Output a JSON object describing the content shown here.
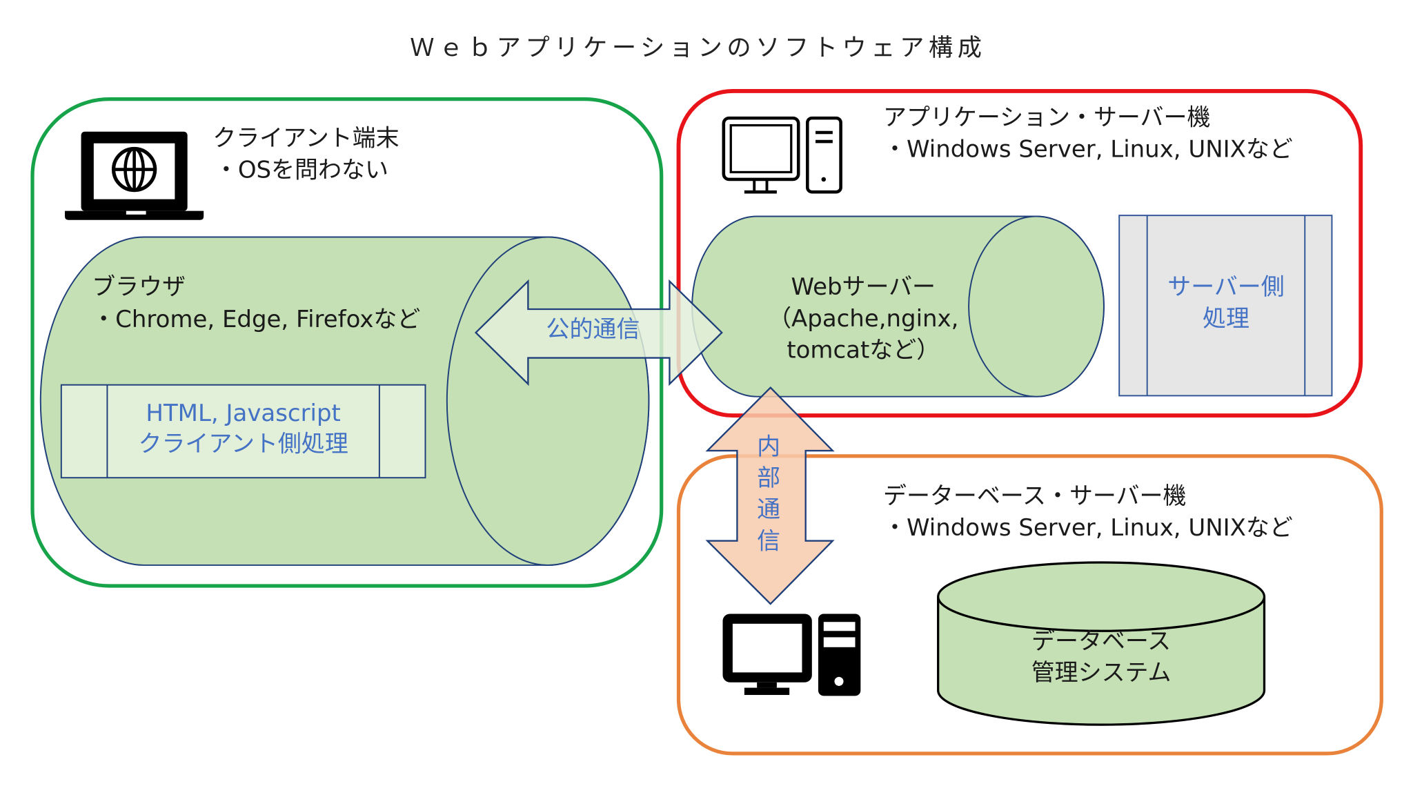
{
  "title": "Ｗｅｂアプリケーションのソフトウェア構成",
  "colors": {
    "client_border": "#16a34a",
    "app_server_border": "#e8141a",
    "db_server_border": "#e9823a",
    "cylinder_fill": "#c5e0b4",
    "cylinder_stroke": "#1f3f7a",
    "inner_box_fill": "#e2efd9",
    "server_process_fill": "#e6e6e6",
    "public_arrow_fill": "#e2efd9",
    "internal_arrow_fill": "#f8cbad",
    "blue_text": "#4472c4",
    "icon": "#000000"
  },
  "client": {
    "icon": "laptop-globe-icon",
    "heading": "クライアント端末",
    "note": "・OSを問わない",
    "browser": {
      "title": "ブラウザ",
      "note": "・Chrome, Edge, Firefoxなど",
      "process_line1": "HTML, Javascript",
      "process_line2": "クライアント側処理"
    }
  },
  "app_server": {
    "icon": "desktop-tower-outline-icon",
    "heading": "アプリケーション・サーバー機",
    "note": "・Windows Server, Linux, UNIXなど",
    "web_server": {
      "line1": "Webサーバー",
      "line2": "（Apache,nginx,",
      "line3": "tomcatなど）"
    },
    "process_line1": "サーバー側",
    "process_line2": "処理"
  },
  "db_server": {
    "icon": "desktop-tower-filled-icon",
    "heading": "データーベース・サーバー機",
    "note": "・Windows Server, Linux, UNIXなど",
    "dbms_line1": "データベース",
    "dbms_line2": "管理システム"
  },
  "connections": {
    "public": "公的通信",
    "internal": [
      "内",
      "部",
      "通",
      "信"
    ]
  }
}
